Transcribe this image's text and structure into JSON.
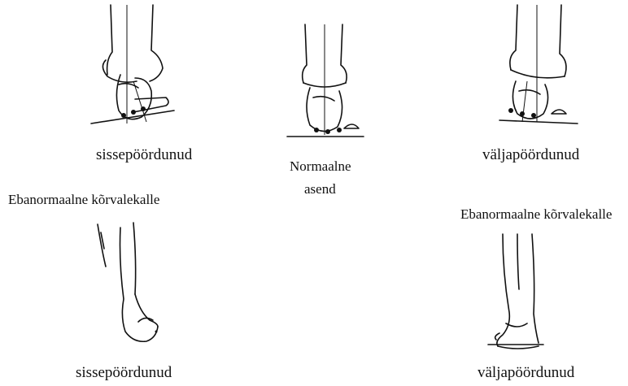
{
  "diagram": {
    "top_row": {
      "left_caption": "sissepöördunud",
      "center_caption_line1": "Normaalne",
      "center_caption_line2": "asend",
      "right_caption": "väljapöördunud"
    },
    "section_labels": {
      "left": "Ebanormaalne kõrvalekalle",
      "right": "Ebanormaalne kõrvalekalle"
    },
    "bottom_row": {
      "left_caption": "sissepöördunud",
      "right_caption": "väljapöördunud"
    }
  }
}
